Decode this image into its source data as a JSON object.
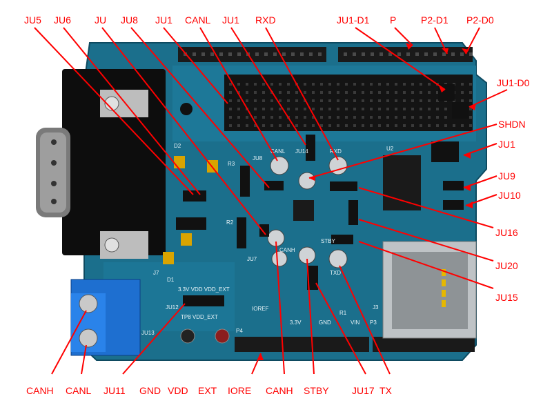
{
  "labels": {
    "top": [
      "JU5",
      "JU6",
      "JU",
      "JU8",
      "JU1",
      "CANL",
      "JU1",
      "RXD",
      "JU1-D1",
      "P",
      "P2-D1",
      "P2-D0"
    ],
    "right": [
      "JU1-D0",
      "SHDN",
      "JU1",
      "JU9",
      "JU10",
      "JU16",
      "JU20",
      "JU15"
    ],
    "bottom": [
      "CANH",
      "CANL",
      "JU11",
      "GND",
      "VDD",
      "EXT",
      "IORE",
      "CANH",
      "STBY",
      "JU17",
      "TX"
    ]
  },
  "silkscreen": {
    "jumper_select": "3.3V VDD VDD_EXT",
    "tp8": "TP8 VDD_EXT",
    "canl": "CANL",
    "rxd": "RXD",
    "stby": "STBY",
    "canh": "CANH",
    "txd": "TXD",
    "gnd": "GND",
    "vin": "VIN",
    "v33": "3.3V",
    "ioref": "IOREF",
    "p4": "P4",
    "p3": "P3",
    "j7": "J7",
    "j3": "J3",
    "ju13": "JU13",
    "ju12": "JU12",
    "ju8": "JU8",
    "ju7": "JU7",
    "ju14": "JU14",
    "u2": "U2",
    "d1": "D1",
    "d2": "D2",
    "r1": "R1",
    "r2": "R2",
    "r3": "R3"
  },
  "colors": {
    "label": "#ff0000",
    "leader": "#ff0000",
    "pcb": "#1b6f8c",
    "pcb_light": "#2a8fae",
    "header": "#1a1a1a",
    "terminal": "#1565c0"
  }
}
